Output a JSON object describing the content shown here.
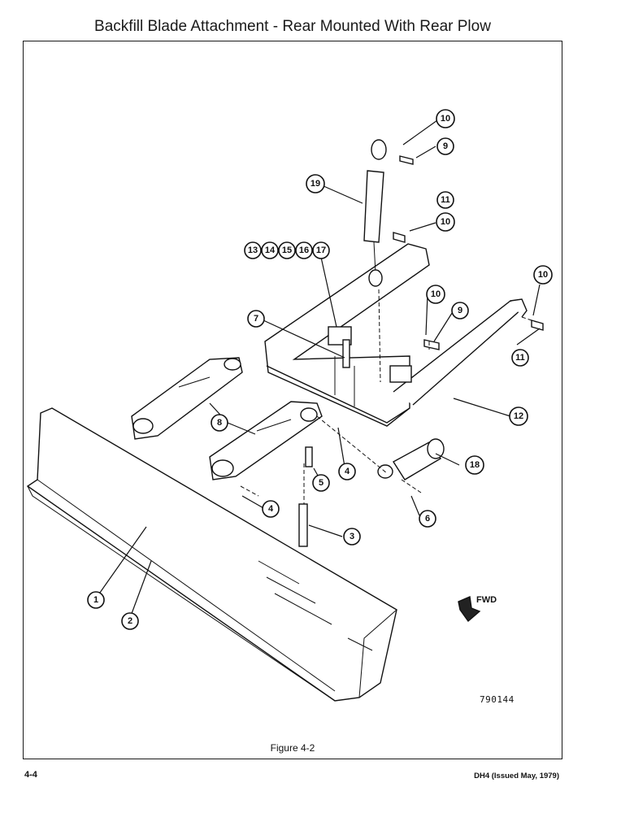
{
  "page": {
    "title": "Backfill Blade Attachment - Rear Mounted With Rear Plow",
    "figure_caption": "Figure 4-2",
    "page_number": "4-4",
    "document_reference": "DH4 (Issued May, 1979)"
  },
  "drawing": {
    "drawing_number": "790144",
    "direction_label": "FWD",
    "callouts": [
      "1",
      "2",
      "3",
      "4",
      "4",
      "5",
      "6",
      "7",
      "8",
      "9",
      "9",
      "10",
      "10",
      "10",
      "10",
      "11",
      "11",
      "12",
      "13",
      "14",
      "15",
      "16",
      "17",
      "18",
      "19"
    ]
  }
}
